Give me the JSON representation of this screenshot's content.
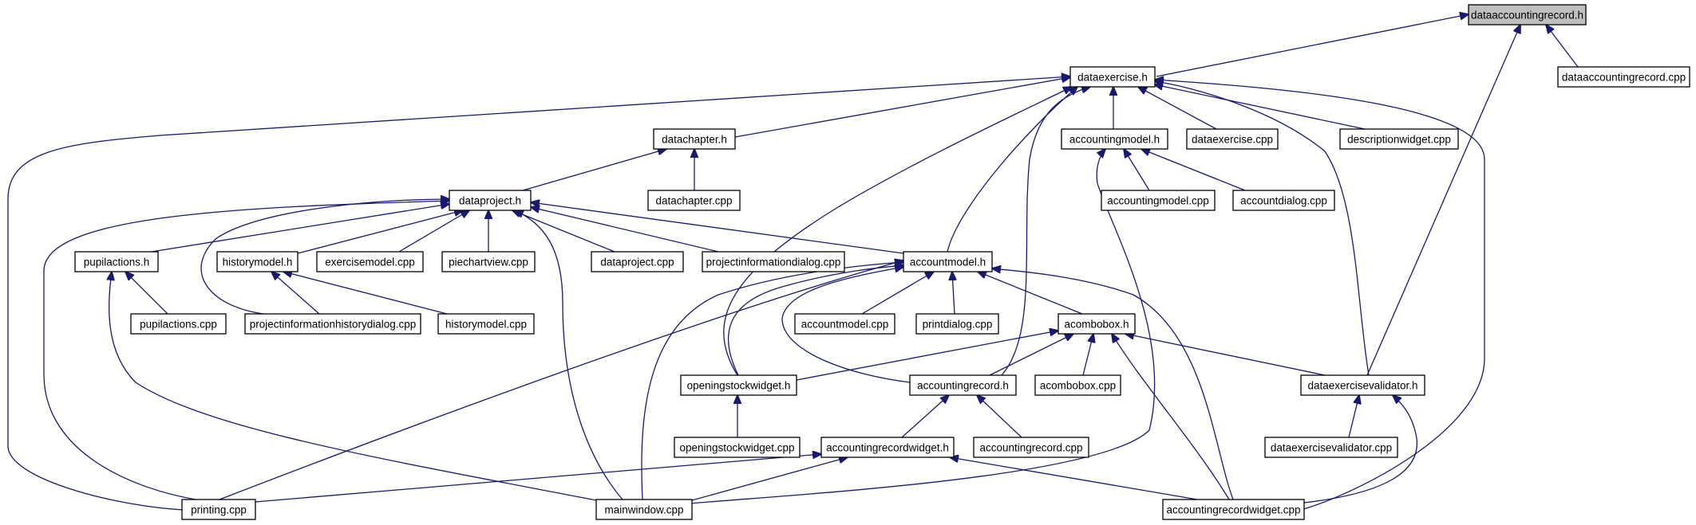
{
  "graph": {
    "title": "",
    "colors": {
      "edge": "#191970",
      "root_fill": "#bfbfbf",
      "node_fill": "#ffffff",
      "border": "#000000"
    },
    "nodes": [
      {
        "id": "root",
        "label": "dataaccountingrecord.h",
        "root": true
      },
      {
        "id": "dataexercise_h",
        "label": "dataexercise.h"
      },
      {
        "id": "dataaccountingrecord_cpp",
        "label": "dataaccountingrecord.cpp"
      },
      {
        "id": "datachapter_h",
        "label": "datachapter.h"
      },
      {
        "id": "accountingmodel_h",
        "label": "accountingmodel.h"
      },
      {
        "id": "dataexercise_cpp",
        "label": "dataexercise.cpp"
      },
      {
        "id": "descriptionwidget_cpp",
        "label": "descriptionwidget.cpp"
      },
      {
        "id": "dataproject_h",
        "label": "dataproject.h"
      },
      {
        "id": "datachapter_cpp",
        "label": "datachapter.cpp"
      },
      {
        "id": "accountingmodel_cpp",
        "label": "accountingmodel.cpp"
      },
      {
        "id": "accountdialog_cpp",
        "label": "accountdialog.cpp"
      },
      {
        "id": "pupilactions_h",
        "label": "pupilactions.h"
      },
      {
        "id": "historymodel_h",
        "label": "historymodel.h"
      },
      {
        "id": "exercisemodel_cpp",
        "label": "exercisemodel.cpp"
      },
      {
        "id": "piechartview_cpp",
        "label": "piechartview.cpp"
      },
      {
        "id": "dataproject_cpp",
        "label": "dataproject.cpp"
      },
      {
        "id": "projectinformationdialog_cpp",
        "label": "projectinformationdialog.cpp"
      },
      {
        "id": "accountmodel_h",
        "label": "accountmodel.h"
      },
      {
        "id": "pupilactions_cpp",
        "label": "pupilactions.cpp"
      },
      {
        "id": "projectinformationhistorydialog_cpp",
        "label": "projectinformationhistorydialog.cpp"
      },
      {
        "id": "historymodel_cpp",
        "label": "historymodel.cpp"
      },
      {
        "id": "accountmodel_cpp",
        "label": "accountmodel.cpp"
      },
      {
        "id": "printdialog_cpp",
        "label": "printdialog.cpp"
      },
      {
        "id": "acombobox_h",
        "label": "acombobox.h"
      },
      {
        "id": "openingstockwidget_h",
        "label": "openingstockwidget.h"
      },
      {
        "id": "accountingrecord_h",
        "label": "accountingrecord.h"
      },
      {
        "id": "acombobox_cpp",
        "label": "acombobox.cpp"
      },
      {
        "id": "dataexercisevalidator_h",
        "label": "dataexercisevalidator.h"
      },
      {
        "id": "openingstockwidget_cpp",
        "label": "openingstockwidget.cpp"
      },
      {
        "id": "accountingrecordwidget_h",
        "label": "accountingrecordwidget.h"
      },
      {
        "id": "accountingrecord_cpp",
        "label": "accountingrecord.cpp"
      },
      {
        "id": "dataexercisevalidator_cpp",
        "label": "dataexercisevalidator.cpp"
      },
      {
        "id": "printing_cpp",
        "label": "printing.cpp"
      },
      {
        "id": "mainwindow_cpp",
        "label": "mainwindow.cpp"
      },
      {
        "id": "accountingrecordwidget_cpp",
        "label": "accountingrecordwidget.cpp"
      }
    ],
    "edges": [
      {
        "from": "dataexercise_h",
        "to": "root"
      },
      {
        "from": "dataaccountingrecord_cpp",
        "to": "root"
      },
      {
        "from": "dataexercisevalidator_h",
        "to": "root"
      },
      {
        "from": "datachapter_h",
        "to": "dataexercise_h"
      },
      {
        "from": "accountingmodel_h",
        "to": "dataexercise_h"
      },
      {
        "from": "dataexercise_cpp",
        "to": "dataexercise_h"
      },
      {
        "from": "descriptionwidget_cpp",
        "to": "dataexercise_h"
      },
      {
        "from": "printing_cpp",
        "to": "dataexercise_h"
      },
      {
        "from": "accountmodel_h",
        "to": "dataexercise_h"
      },
      {
        "from": "openingstockwidget_h",
        "to": "dataexercise_h"
      },
      {
        "from": "accountingrecord_h",
        "to": "dataexercise_h"
      },
      {
        "from": "dataexercisevalidator_h",
        "to": "dataexercise_h"
      },
      {
        "from": "accountingrecordwidget_cpp",
        "to": "dataexercise_h"
      },
      {
        "from": "dataproject_h",
        "to": "datachapter_h"
      },
      {
        "from": "datachapter_cpp",
        "to": "datachapter_h"
      },
      {
        "from": "accountingmodel_cpp",
        "to": "accountingmodel_h"
      },
      {
        "from": "accountdialog_cpp",
        "to": "accountingmodel_h"
      },
      {
        "from": "mainwindow_cpp",
        "to": "accountingmodel_h"
      },
      {
        "from": "pupilactions_h",
        "to": "dataproject_h"
      },
      {
        "from": "historymodel_h",
        "to": "dataproject_h"
      },
      {
        "from": "exercisemodel_cpp",
        "to": "dataproject_h"
      },
      {
        "from": "piechartview_cpp",
        "to": "dataproject_h"
      },
      {
        "from": "dataproject_cpp",
        "to": "dataproject_h"
      },
      {
        "from": "projectinformationdialog_cpp",
        "to": "dataproject_h"
      },
      {
        "from": "accountmodel_h",
        "to": "dataproject_h"
      },
      {
        "from": "projectinformationhistorydialog_cpp",
        "to": "dataproject_h"
      },
      {
        "from": "printing_cpp",
        "to": "dataproject_h"
      },
      {
        "from": "mainwindow_cpp",
        "to": "dataproject_h"
      },
      {
        "from": "pupilactions_cpp",
        "to": "pupilactions_h"
      },
      {
        "from": "mainwindow_cpp",
        "to": "pupilactions_h"
      },
      {
        "from": "projectinformationhistorydialog_cpp",
        "to": "historymodel_h"
      },
      {
        "from": "historymodel_cpp",
        "to": "historymodel_h"
      },
      {
        "from": "accountmodel_cpp",
        "to": "accountmodel_h"
      },
      {
        "from": "printdialog_cpp",
        "to": "accountmodel_h"
      },
      {
        "from": "acombobox_h",
        "to": "accountmodel_h"
      },
      {
        "from": "openingstockwidget_h",
        "to": "accountmodel_h"
      },
      {
        "from": "accountingrecord_h",
        "to": "accountmodel_h"
      },
      {
        "from": "printing_cpp",
        "to": "accountmodel_h"
      },
      {
        "from": "mainwindow_cpp",
        "to": "accountmodel_h"
      },
      {
        "from": "accountingrecordwidget_cpp",
        "to": "accountmodel_h"
      },
      {
        "from": "openingstockwidget_h",
        "to": "acombobox_h"
      },
      {
        "from": "accountingrecord_h",
        "to": "acombobox_h"
      },
      {
        "from": "acombobox_cpp",
        "to": "acombobox_h"
      },
      {
        "from": "dataexercisevalidator_h",
        "to": "acombobox_h"
      },
      {
        "from": "accountingrecordwidget_cpp",
        "to": "acombobox_h"
      },
      {
        "from": "openingstockwidget_cpp",
        "to": "openingstockwidget_h"
      },
      {
        "from": "accountingrecordwidget_h",
        "to": "accountingrecord_h"
      },
      {
        "from": "accountingrecord_cpp",
        "to": "accountingrecord_h"
      },
      {
        "from": "dataexercisevalidator_cpp",
        "to": "dataexercisevalidator_h"
      },
      {
        "from": "accountingrecordwidget_cpp",
        "to": "dataexercisevalidator_h"
      },
      {
        "from": "printing_cpp",
        "to": "accountingrecordwidget_h"
      },
      {
        "from": "mainwindow_cpp",
        "to": "accountingrecordwidget_h"
      },
      {
        "from": "accountingrecordwidget_cpp",
        "to": "accountingrecordwidget_h"
      }
    ]
  }
}
